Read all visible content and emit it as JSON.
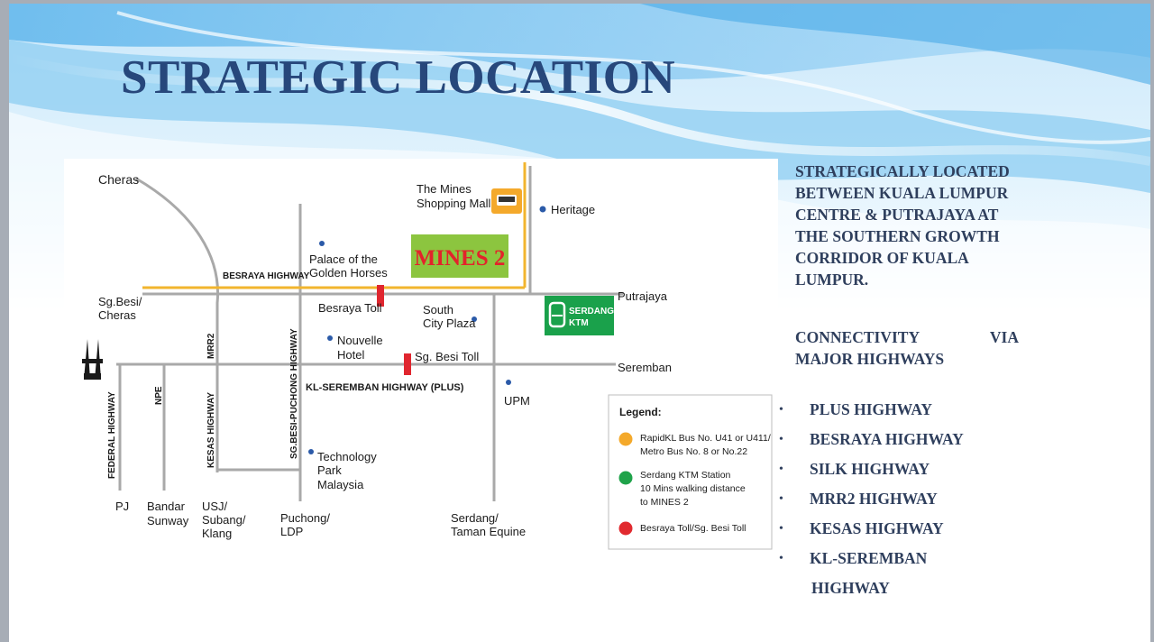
{
  "slide": {
    "title": "STRATEGIC LOCATION",
    "description": "STRATEGICALLY LOCATED BETWEEN KUALA LUMPUR CENTRE & PUTRAJAYA AT THE SOUTHERN GROWTH CORRIDOR OF KUALA LUMPUR.",
    "connectivity": {
      "word1": "CONNECTIVITY",
      "word2": "VIA",
      "line2": "MAJOR HIGHWAYS"
    },
    "highways": [
      "PLUS HIGHWAY",
      "BESRAYA HIGHWAY",
      "SILK HIGHWAY",
      "MRR2 HIGHWAY",
      "KESAS HIGHWAY",
      "KL-SEREMBAN"
    ],
    "highways_continuation": "HIGHWAY",
    "bullet": "•"
  },
  "map": {
    "places": {
      "cheras": "Cheras",
      "sg_besi_line1": "Sg.Besi/",
      "sg_besi_line2": "Cheras",
      "mines_mall_line1": "The Mines",
      "mines_mall_line2": "Shopping Mall",
      "heritage": "Heritage",
      "palace_line1": "Palace of the",
      "palace_line2": "Golden Horses",
      "besraya_hwy": "BESRAYA HIGHWAY",
      "besraya_toll": "Besraya Toll",
      "south_city_line1": "South",
      "south_city_line2": "City Plaza",
      "putrajaya": "Putrajaya",
      "nouvelle_line1": "Nouvelle",
      "nouvelle_line2": "Hotel",
      "sg_besi_toll": "Sg. Besi Toll",
      "seremban": "Seremban",
      "kl_seremban_hwy": "KL-SEREMBAN HIGHWAY (PLUS)",
      "upm": "UPM",
      "tech_park_line1": "Technology",
      "tech_park_line2": "Park",
      "tech_park_line3": "Malaysia",
      "mrr2": "MRR2",
      "sg_besi_puchong": "SG.BESI-PUCHONG HIGHWAY",
      "federal_hwy": "FEDERAL HIGHWAY",
      "npe": "NPE",
      "kesas_hwy": "KESAS HIGHWAY",
      "pj": "PJ",
      "bandar_line1": "Bandar",
      "bandar_line2": "Sunway",
      "usj_line1": "USJ/",
      "usj_line2": "Subang/",
      "usj_line3": "Klang",
      "puchong_line1": "Puchong/",
      "puchong_line2": "LDP",
      "serdang_line1": "Serdang/",
      "serdang_line2": "Taman Equine"
    },
    "mines2_label": "MINES 2",
    "ktm_line1": "SERDANG",
    "ktm_line2": "KTM",
    "legend": {
      "title": "Legend:",
      "item1_line1": "RapidKL Bus No. U41 or U411/",
      "item1_line2": "Metro Bus No. 8 or No.22",
      "item2_line1": "Serdang KTM Station",
      "item2_line2": "10 Mins walking distance",
      "item2_line3": "to MINES 2",
      "item3": "Besraya Toll/Sg. Besi Toll"
    },
    "colors": {
      "road": "#a9a9a9",
      "besraya": "#f2b52e",
      "mines2_bg": "#8cc53f",
      "mines2_text": "#e3232b",
      "ktm_green": "#1aa14b",
      "toll_red": "#e0262f",
      "legend_orange": "#f4a92b",
      "legend_green": "#1fa34a",
      "legend_red": "#e12a2f",
      "poi_dot": "#2b5aa8"
    }
  }
}
